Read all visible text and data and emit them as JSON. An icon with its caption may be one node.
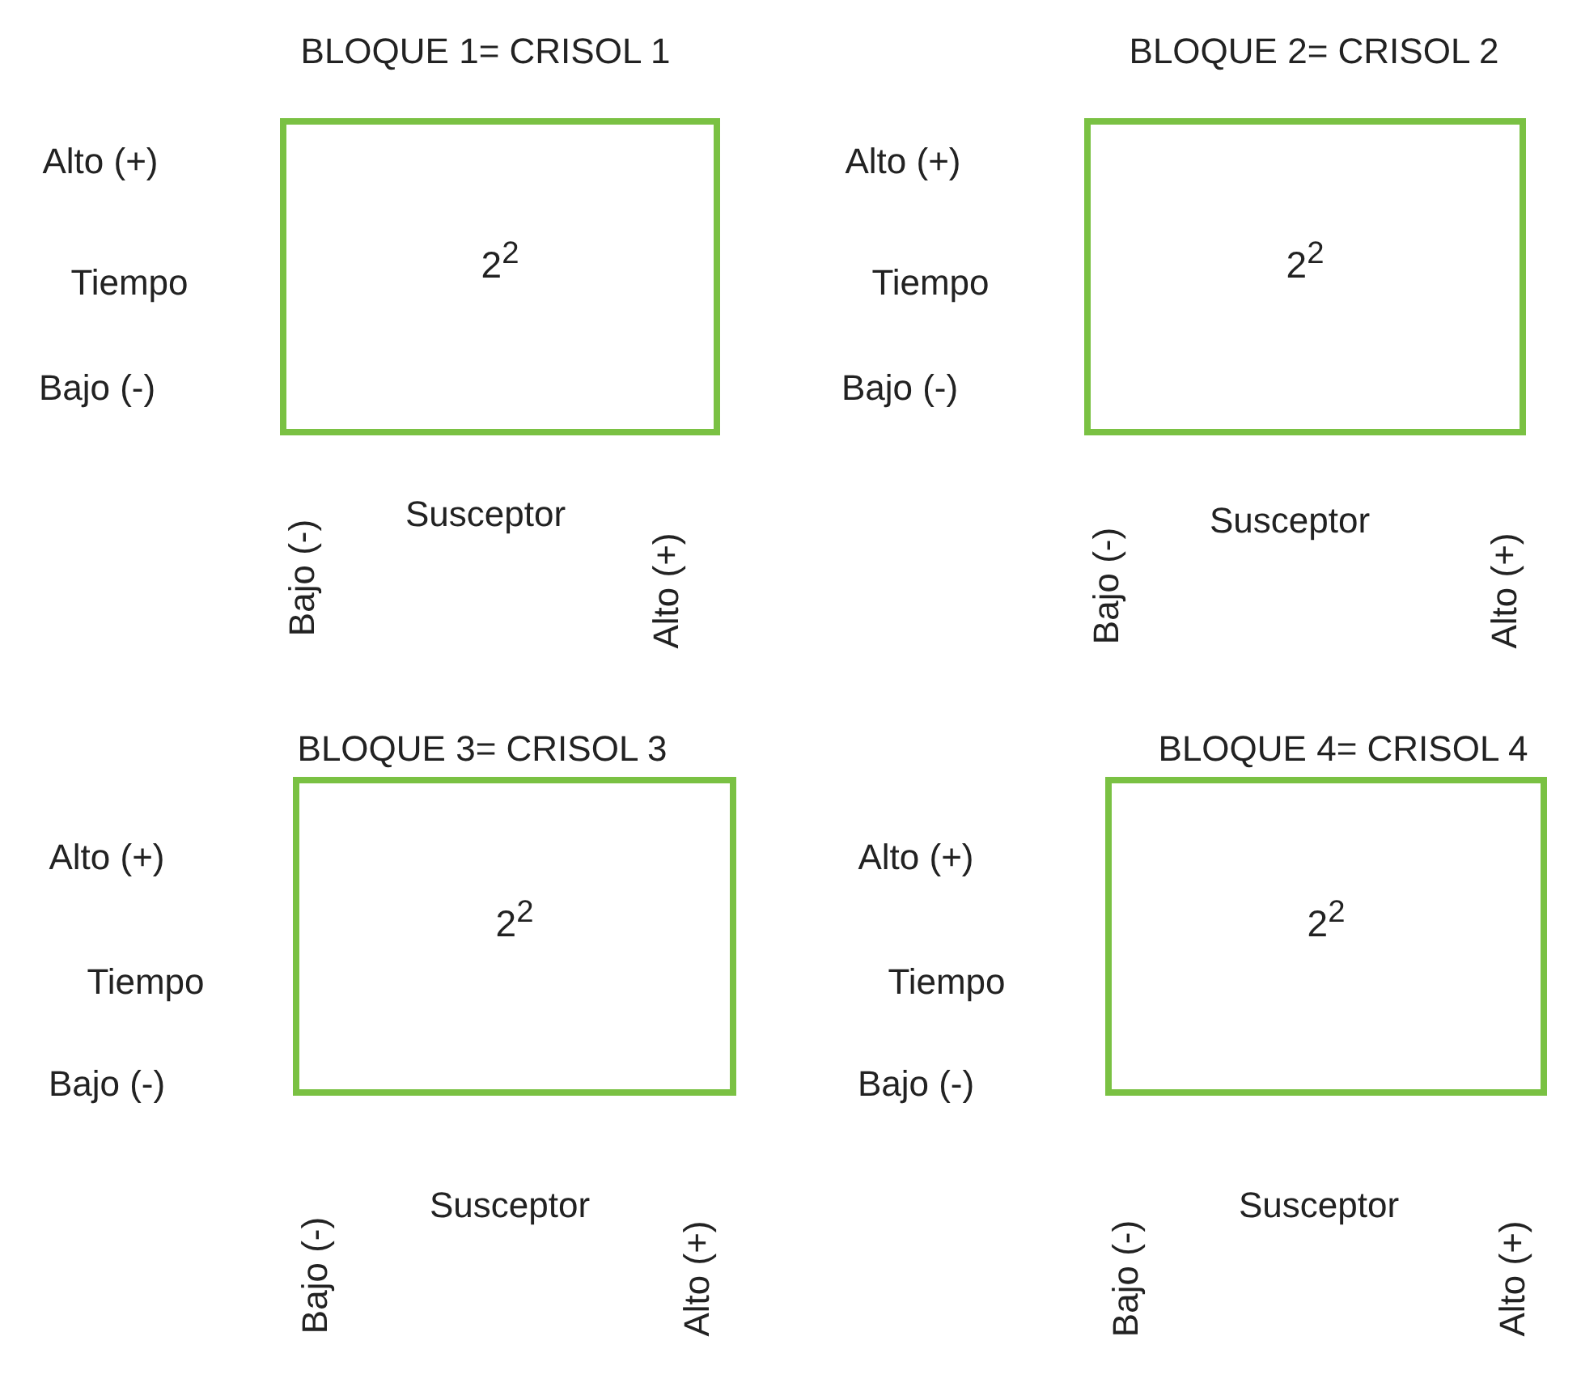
{
  "diagram": {
    "nodes": [
      {
        "text": [
          "2$^{2}$"
        ],
        "beside": [
          "BLOQUE 1= CRISOL 1",
          "Alto (+)",
          "Tiempo",
          "Bajo (-)",
          "Susceptor",
          "Bajo (-)",
          "Alto (+)"
        ]
      },
      {
        "text": [
          "2$^{2}$"
        ],
        "beside": [
          "BLOQUE 2= CRISOL 2",
          "Alto (+)",
          "Tiempo",
          "Bajo (-)",
          "Susceptor",
          "Bajo (-)",
          "Alto (+)"
        ]
      },
      {
        "text": [
          "2$^{2}$"
        ],
        "beside": [
          "BLOQUE 3= CRISOL 3",
          "Alto (+)",
          "Tiempo",
          "Bajo (-)",
          "Susceptor",
          "Bajo (-)",
          "Alto (+)"
        ]
      },
      {
        "text": [
          "2$^{2}$"
        ],
        "beside": [
          "BLOQUE 4= CRISOL 4",
          "Alto (+)",
          "Tiempo",
          "Bajo (-)",
          "Susceptor",
          "Bajo (-)",
          "Alto (+)"
        ]
      }
    ]
  }
}
